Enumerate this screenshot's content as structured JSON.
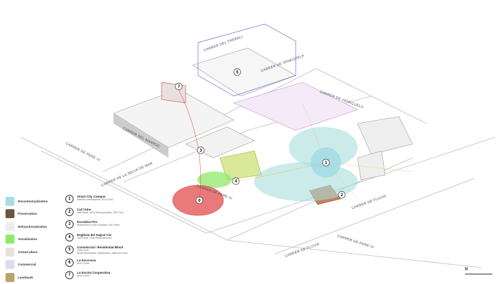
{
  "streets": {
    "pere_iv_left": "CARRER DE PERE IV",
    "marroc": "CARRER DEL MARROC",
    "selva_de_mar": "CARRER DE LA SELVA DE MAR",
    "pere_iv_center": "CARRER DE PERE IV",
    "pere_iv_right": "CARRER DE PERE IV",
    "treball": "CARRER DEL TREBALL",
    "veneçuela_top": "CARRER DE VENEÇUELA",
    "veneçuela_mid": "CARRER DE VENEÇUELA",
    "fluvia_right": "CARRER DE FLUVIÀ",
    "fluvia_bottom": "CARRER DE FLUVIÀ"
  },
  "legend": [
    {
      "label": "Recontextualization",
      "color": "#a8dedd"
    },
    {
      "label": "Preservation",
      "color": "#6b5440"
    },
    {
      "label": "Refunctionalization",
      "color": "#eeeef2"
    },
    {
      "label": "Socialization",
      "color": "#8fea6a"
    },
    {
      "label": "Arts&Culture",
      "color": "#e8e2dc"
    },
    {
      "label": "Commercial",
      "color": "#dcdcec"
    },
    {
      "label": "Landmark",
      "color": "#b9a46a"
    }
  ],
  "sites": [
    {
      "num": "1",
      "title": "Smart City Campus",
      "sub": "Internal Development 2013-2016"
    },
    {
      "num": "2",
      "title": "Cal l'Alier",
      "sub": "1853 Built, 1874 Reconstructed, 2007 Fire"
    },
    {
      "num": "3",
      "title": "Escodina Fire",
      "sub": "Abandoned Food Company, 100 Years"
    },
    {
      "num": "4",
      "title": "Església del Sagrat Cor",
      "sub": "1924 Built, 1940 Reconstructed"
    },
    {
      "num": "5",
      "title": "Commercial i Residential Block",
      "sub": "1950-2010",
      "sub2": "Small businesses, restaurants, cafes and bars"
    },
    {
      "num": "6",
      "title": "La Escocesa",
      "sub": "Arts Centre"
    },
    {
      "num": "7",
      "title": "La Escola Cooperativa",
      "sub": "Arts Centre"
    }
  ],
  "north_label": "N"
}
